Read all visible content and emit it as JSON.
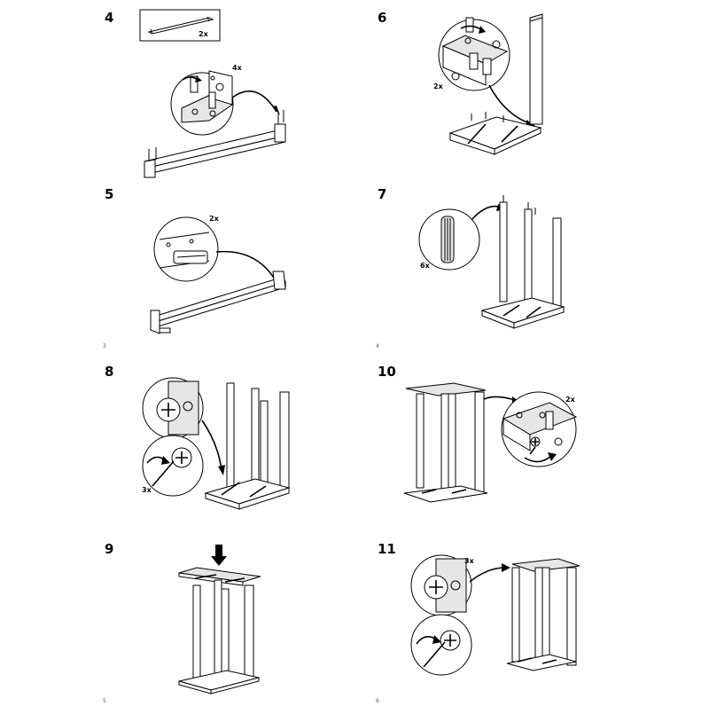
{
  "pages": [
    {
      "page_number": "3",
      "steps": [
        {
          "number": "4",
          "quantities": [
            "2x",
            "4x"
          ]
        },
        {
          "number": "5",
          "quantities": [
            "2x"
          ]
        }
      ]
    },
    {
      "page_number": "4",
      "steps": [
        {
          "number": "6",
          "quantities": [
            "2x"
          ]
        },
        {
          "number": "7",
          "quantities": [
            "6x"
          ]
        }
      ]
    },
    {
      "page_number": "5",
      "steps": [
        {
          "number": "8",
          "quantities": [
            "3x"
          ]
        },
        {
          "number": "9",
          "quantities": []
        }
      ]
    },
    {
      "page_number": "6",
      "steps": [
        {
          "number": "10",
          "quantities": [
            "2x"
          ]
        },
        {
          "number": "11",
          "quantities": [
            "3x"
          ]
        }
      ]
    }
  ],
  "icons": {
    "arrow_down": "arrow-down-icon",
    "rotate_arrow": "curved-rotate-arrow-icon",
    "callout": "magnifier-callout-icon"
  }
}
